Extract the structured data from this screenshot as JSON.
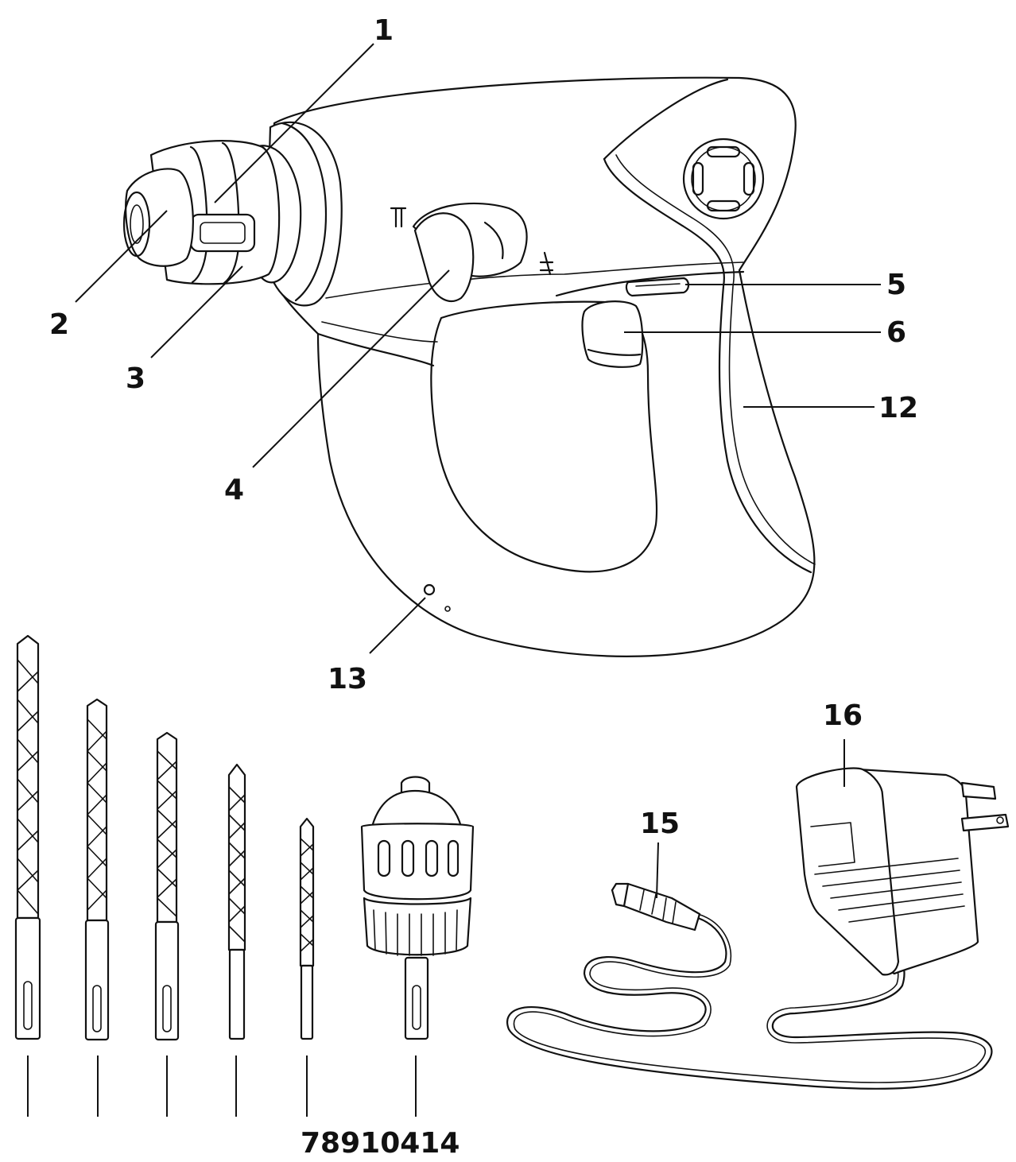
{
  "callouts": {
    "c1": "1",
    "c2": "2",
    "c3": "3",
    "c4": "4",
    "c5": "5",
    "c6": "6",
    "c12": "12",
    "c13": "13",
    "c15": "15",
    "c16": "16"
  },
  "bottom_label": "78910414"
}
